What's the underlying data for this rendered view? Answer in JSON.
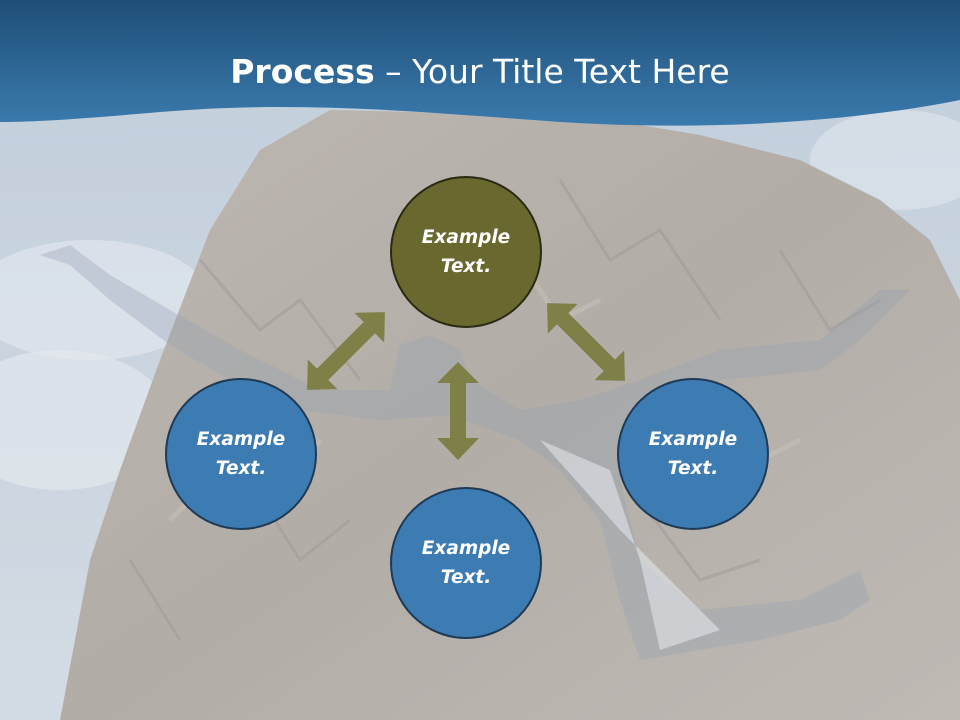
{
  "slide": {
    "title_bold": "Process",
    "title_rest": " – Your Title Text Here"
  },
  "colors": {
    "header": "#2e6a9c",
    "circle_blue": "#3d7bb3",
    "circle_olive": "#69682e",
    "arrow": "#7f7f48"
  },
  "background": {
    "description_icon": "mountain-jumper-photo"
  },
  "nodes": [
    {
      "line1": "Example",
      "line2": "Text."
    },
    {
      "line1": "Example",
      "line2": "Text."
    },
    {
      "line1": "Example",
      "line2": "Text."
    },
    {
      "line1": "Example",
      "line2": "Text."
    }
  ]
}
